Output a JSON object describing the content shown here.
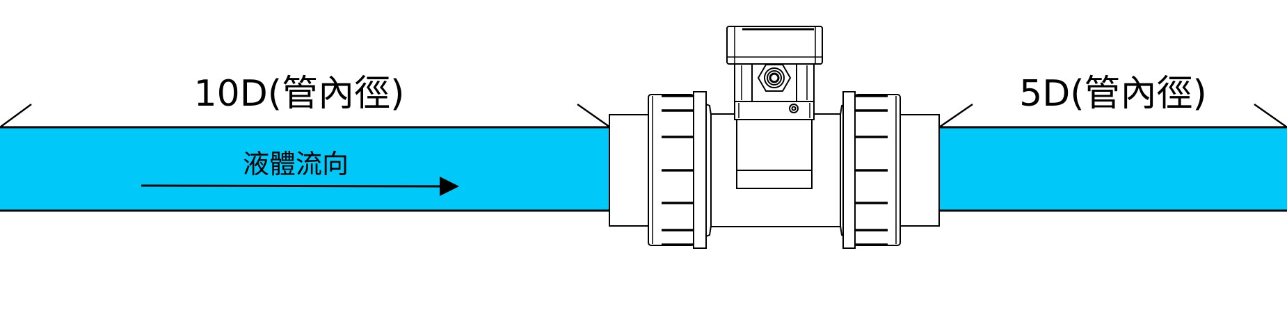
{
  "labels": {
    "upstream": "10D(管內徑)",
    "downstream": "5D(管內徑)",
    "flow_direction": "液體流向"
  },
  "colors": {
    "pipe_fill": "#00C8F8",
    "line": "#000000"
  }
}
